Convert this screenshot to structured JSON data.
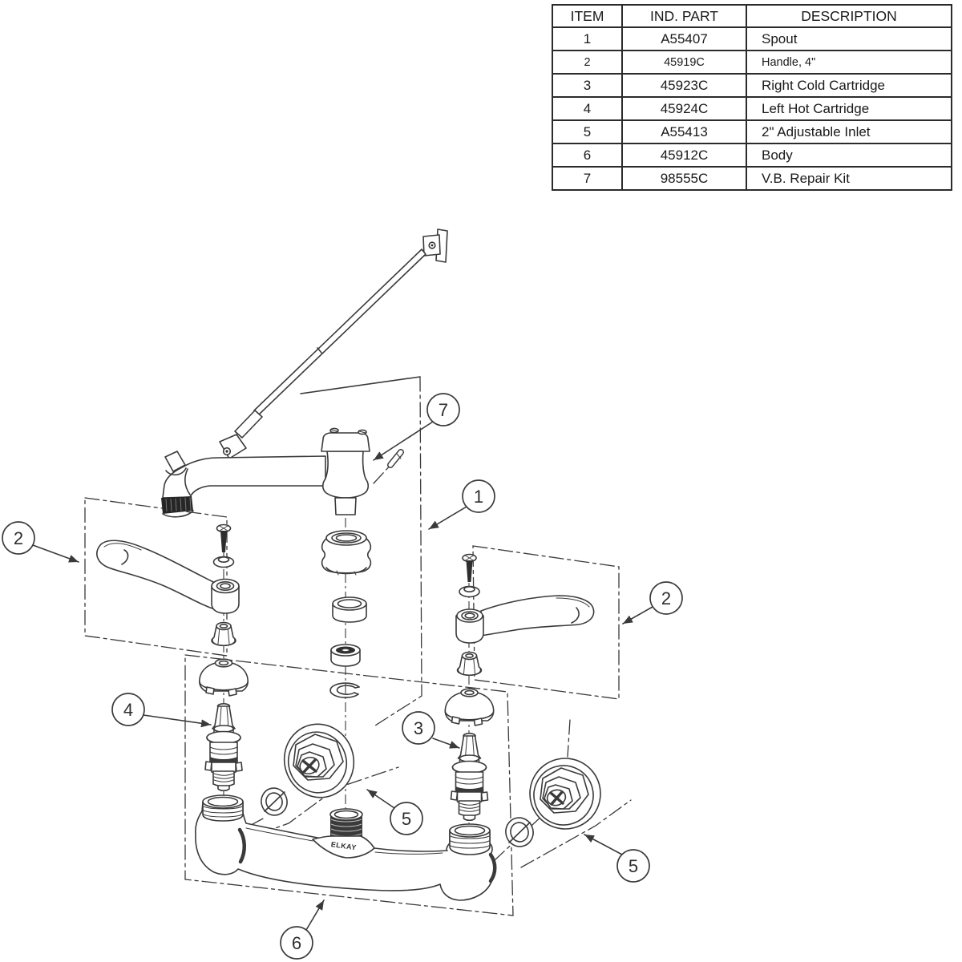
{
  "parts_table": {
    "headers": [
      "ITEM",
      "IND. PART",
      "DESCRIPTION"
    ],
    "rows": [
      {
        "item": "1",
        "part": "A55407",
        "description": "Spout"
      },
      {
        "item": "2",
        "part": "45919C",
        "description": "Handle, 4\""
      },
      {
        "item": "3",
        "part": "45923C",
        "description": "Right Cold Cartridge"
      },
      {
        "item": "4",
        "part": "45924C",
        "description": "Left Hot Cartridge"
      },
      {
        "item": "5",
        "part": "A55413",
        "description": "2\" Adjustable Inlet"
      },
      {
        "item": "6",
        "part": "45912C",
        "description": "Body"
      },
      {
        "item": "7",
        "part": "98555C",
        "description": "V.B. Repair Kit"
      }
    ]
  },
  "diagram": {
    "type": "exploded-parts-diagram",
    "brand_label": "ELKAY",
    "callouts": {
      "c1": "1",
      "c2_left": "2",
      "c2_right": "2",
      "c3": "3",
      "c4": "4",
      "c5_mid": "5",
      "c5_right": "5",
      "c6": "6",
      "c7": "7"
    }
  },
  "colors": {
    "background": "#ffffff",
    "line": "#3a3a3a",
    "table_border": "#2b2b2b",
    "text": "#1a1a1a"
  }
}
